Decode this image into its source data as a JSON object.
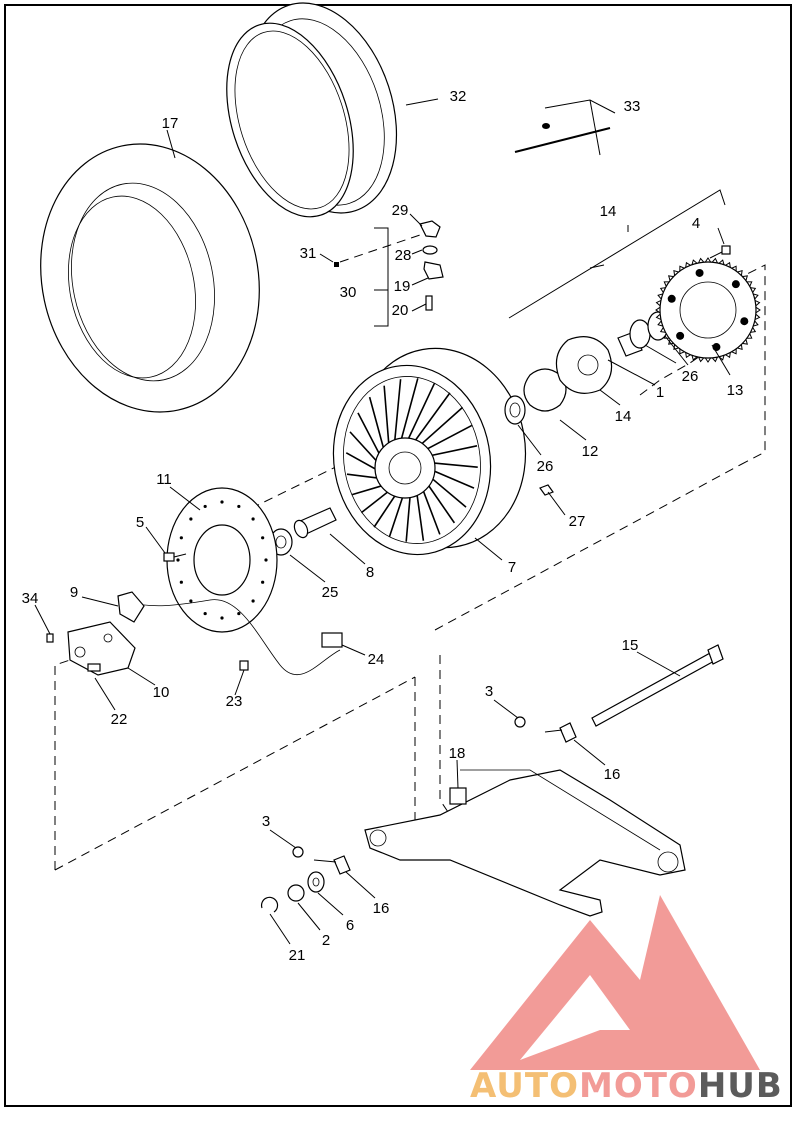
{
  "diagram": {
    "labels": {
      "p1": "1",
      "p2": "2",
      "p3a": "3",
      "p3b": "3",
      "p4": "4",
      "p5": "5",
      "p6": "6",
      "p7": "7",
      "p8": "8",
      "p9": "9",
      "p10": "10",
      "p11": "11",
      "p12": "12",
      "p13": "13",
      "p14a": "14",
      "p14b": "14",
      "p15": "15",
      "p16a": "16",
      "p16b": "16",
      "p17": "17",
      "p18": "18",
      "p19": "19",
      "p20": "20",
      "p21": "21",
      "p22": "22",
      "p23": "23",
      "p24": "24",
      "p25": "25",
      "p26a": "26",
      "p26b": "26",
      "p27": "27",
      "p28": "28",
      "p29": "29",
      "p30": "30",
      "p31": "31",
      "p32": "32",
      "p33": "33",
      "p34": "34"
    }
  },
  "watermark": {
    "word1": "AUTO",
    "word2": "MOTO",
    "word3": "HUB",
    "color_primary": "#f08a86",
    "color_secondary": "#f3b55c",
    "color_dark": "#3f3f3f"
  }
}
